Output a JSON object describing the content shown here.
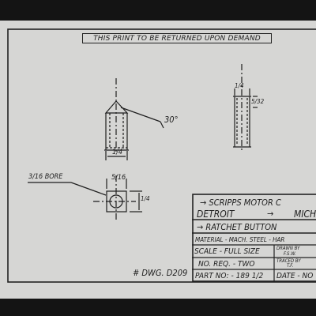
{
  "notice": "THIS PRINT TO BE RETURNED UPON DEMAND",
  "dims": {
    "chamfer_angle": "30°",
    "width_left": "1/4",
    "width_right": "1/4",
    "side_dim_right": "5/32",
    "bore_label": "3/16 BORE",
    "square_top": "5/16",
    "square_side": "1/4"
  },
  "drawing_number": "# DWG. D209",
  "title_block": {
    "company": "→ SCRIPPS MOTOR C",
    "city_left": "DETROIT",
    "city_sep": "→",
    "city_right": "MICH",
    "part_name": "→ RATCHET BUTTON",
    "material": "MATERIAL - MACH. STEEL - HAR",
    "scale": "SCALE - FULL SIZE",
    "drawn_by_label": "DRAWN BY",
    "drawn_by": "F.S.W.",
    "no_req": "NO. REQ. - TWO",
    "traced_by_label": "TRACED BY",
    "traced_by": "T.F.",
    "part_no": "PART NO: - 189 1/2",
    "date": "DATE - NO"
  }
}
